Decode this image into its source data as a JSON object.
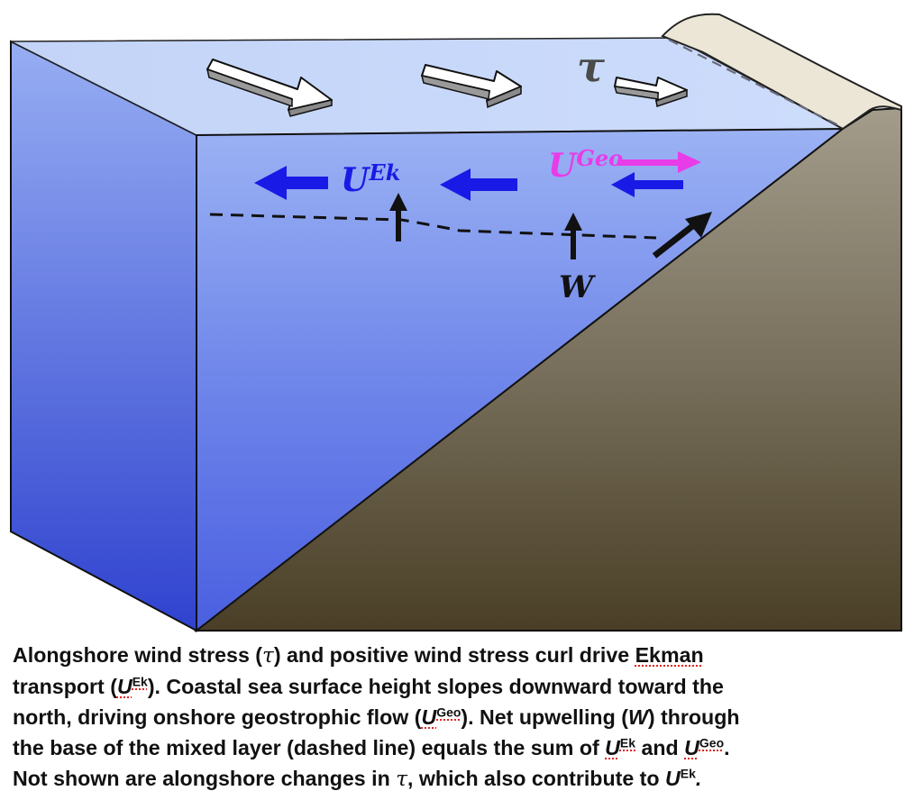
{
  "labels": {
    "tau": "τ",
    "u_ek_main": "U",
    "u_ek_sup": "Ek",
    "u_geo_main": "U",
    "u_geo_sup": "Geo",
    "w": "W"
  },
  "colors": {
    "water_top": "#c6d7f8",
    "water_side_top": "#97aef3",
    "water_side_bottom": "#2f42cf",
    "ground_top": "#8f8979",
    "ground_bottom": "#4f4329",
    "beach": "#ebe6d6",
    "ek_arrow": "#1a1ae6",
    "geo_arrow": "#e83ce8"
  },
  "caption": {
    "l1_a": "Alongshore wind stress (",
    "l1_sym": "τ",
    "l1_b": ") and positive wind stress curl drive ",
    "l1_c": "Ekman",
    "l2_a": "transport (",
    "l2_u": "U",
    "l2_sup": "Ek",
    "l2_b": "). Coastal sea surface height slopes downward toward the",
    "l3_a": "north, driving onshore geostrophic flow (",
    "l3_u": "U",
    "l3_sup": "Geo",
    "l3_b": "). Net upwelling (",
    "l3_w": "W",
    "l3_c": ") through",
    "l4_a": "the base of the mixed layer (dashed line) equals the sum of ",
    "l4_u1": "U",
    "l4_sup1": "Ek",
    "l4_b": " and ",
    "l4_u2": "U",
    "l4_sup2": "Geo",
    "l4_c": ".",
    "l5_a": "Not shown are alongshore changes in ",
    "l5_sym": "τ",
    "l5_b": ", which also contribute to ",
    "l5_u": "U",
    "l5_sup": "Ek",
    "l5_c": "."
  }
}
